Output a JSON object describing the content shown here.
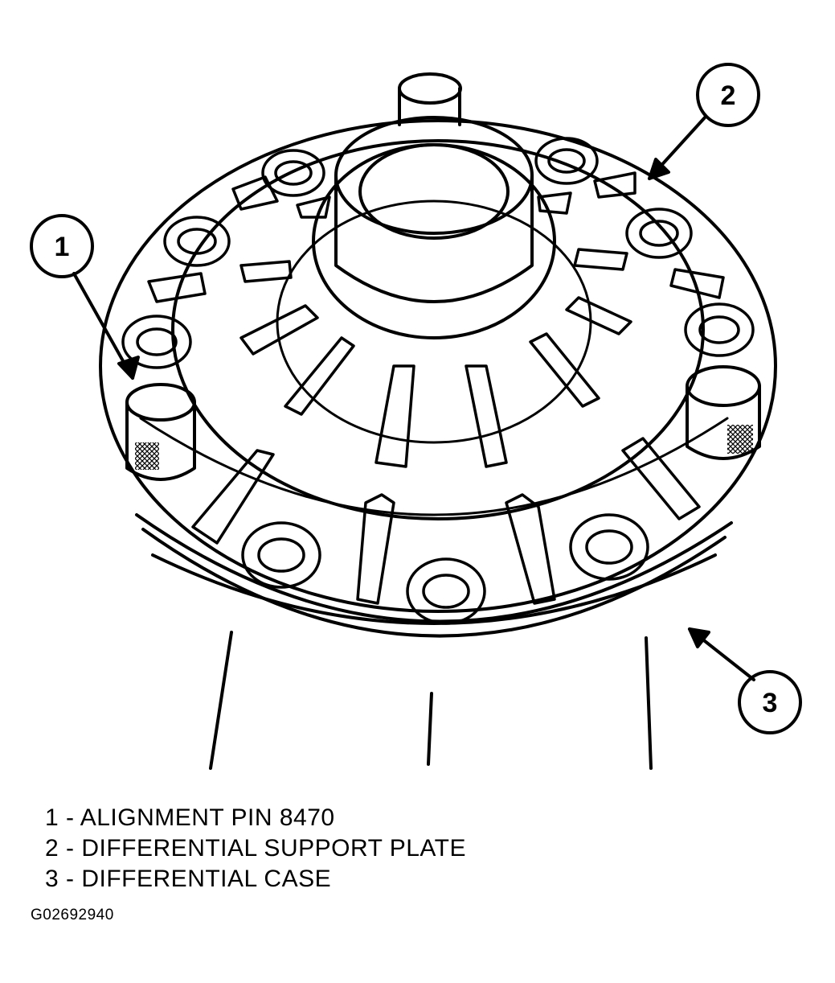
{
  "callouts": [
    {
      "number": "1"
    },
    {
      "number": "2"
    },
    {
      "number": "3"
    }
  ],
  "legend": [
    {
      "number": "1",
      "text": "ALIGNMENT PIN 8470"
    },
    {
      "number": "2",
      "text": "DIFFERENTIAL SUPPORT PLATE"
    },
    {
      "number": "3",
      "text": "DIFFERENTIAL CASE"
    }
  ],
  "figure_id": "G02692940"
}
